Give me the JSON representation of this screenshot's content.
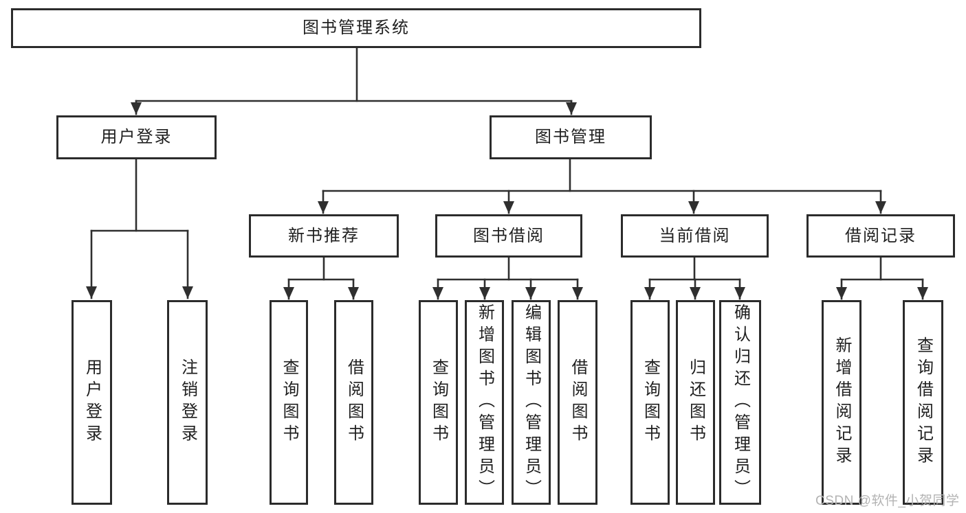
{
  "diagram": {
    "root": {
      "label": "图书管理系统"
    },
    "branches": [
      {
        "label": "用户登录",
        "children": [
          {
            "label": "用户登录"
          },
          {
            "label": "注销登录"
          }
        ]
      },
      {
        "label": "图书管理",
        "groups": [
          {
            "label": "新书推荐",
            "children": [
              {
                "label": "查询图书"
              },
              {
                "label": "借阅图书"
              }
            ]
          },
          {
            "label": "图书借阅",
            "children": [
              {
                "label": "查询图书"
              },
              {
                "label": "新增图书（管理员）"
              },
              {
                "label": "编辑图书（管理员）"
              },
              {
                "label": "借阅图书"
              }
            ]
          },
          {
            "label": "当前借阅",
            "children": [
              {
                "label": "查询图书"
              },
              {
                "label": "归还图书"
              },
              {
                "label": "确认归还（管理员）"
              }
            ]
          },
          {
            "label": "借阅记录",
            "children": [
              {
                "label": "新增借阅记录"
              },
              {
                "label": "查询借阅记录"
              }
            ]
          }
        ]
      }
    ]
  },
  "watermark": {
    "text": "CSDN @软件_小贺同学"
  },
  "colors": {
    "line": "#2f2f2f",
    "box_border": "#2b2b2b",
    "box_background": "#ffffff",
    "text": "#1f1f1f",
    "watermark": "#b3b3b3"
  }
}
